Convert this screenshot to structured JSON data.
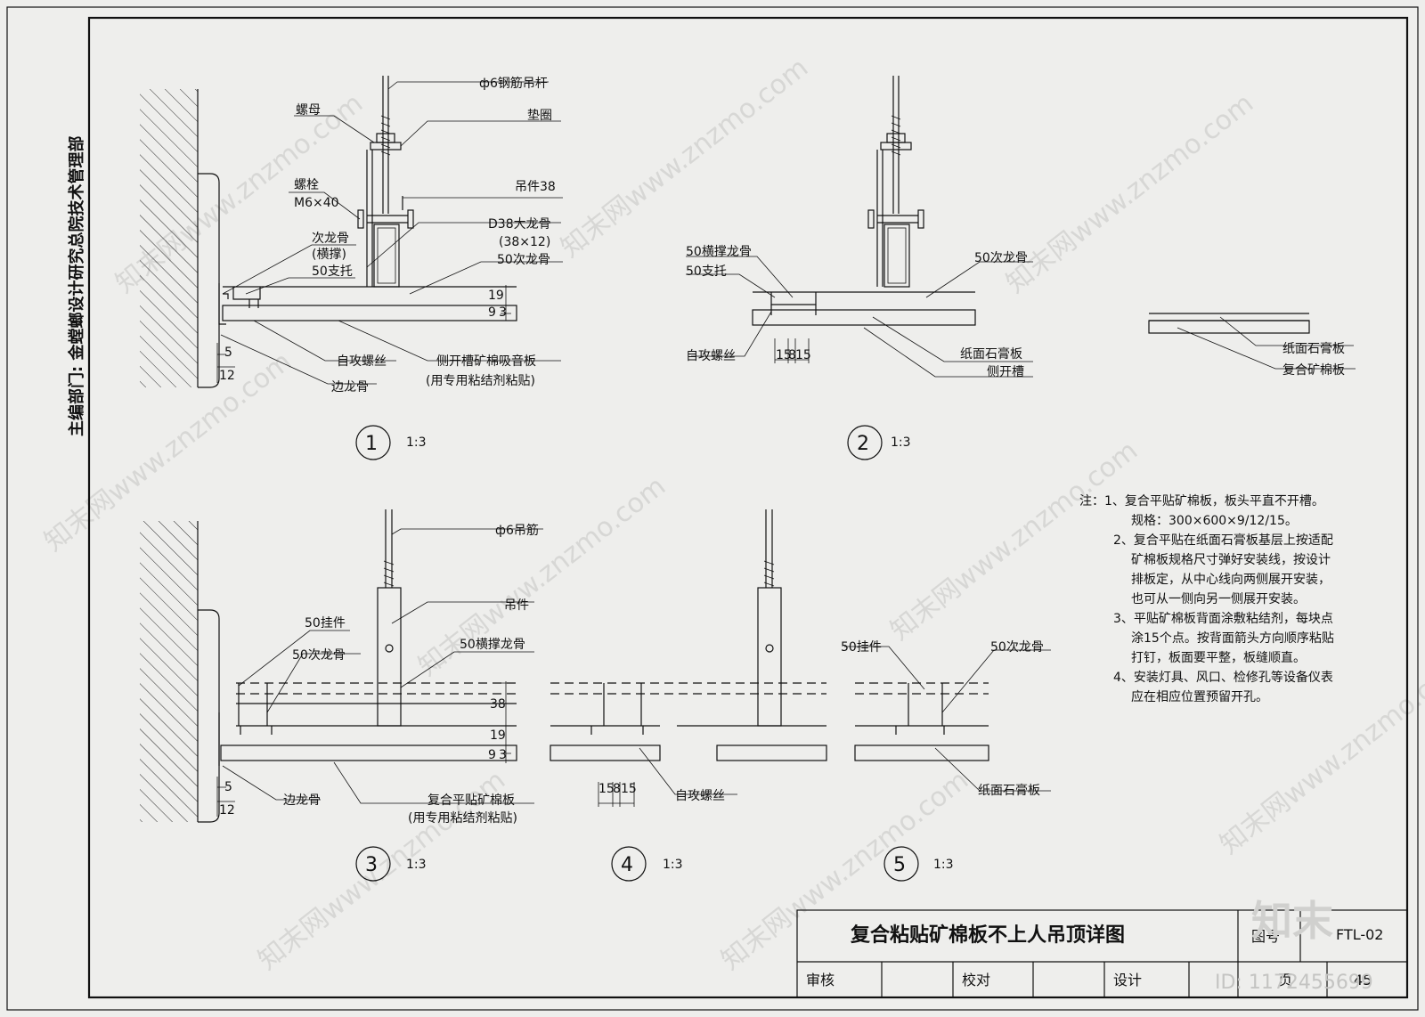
{
  "side_label": "主编部门:  金螳螂设计研究总院技术管理部",
  "watermark": {
    "site": "知末网www.znzmo.com",
    "logo": "知末",
    "id": "ID: 1172455699"
  },
  "details": [
    {
      "num": "1",
      "scale": "1:3",
      "labels": [
        "ф6钢筋吊杆",
        "螺母",
        "垫圈",
        "螺栓",
        "M6×40",
        "吊件38",
        "D38大龙骨",
        "(38×12)",
        "次龙骨",
        "(横撑)",
        "50支托",
        "50次龙骨",
        "自攻螺丝",
        "侧开槽矿棉吸音板",
        "(用专用粘结剂粘贴)",
        "边龙骨"
      ],
      "dims": [
        "19",
        "9",
        "3",
        "5",
        "12"
      ]
    },
    {
      "num": "2",
      "scale": "1:3",
      "labels": [
        "50横撑龙骨",
        "50支托",
        "50次龙骨",
        "自攻螺丝",
        "纸面石膏板",
        "侧开槽"
      ],
      "dims": [
        "15",
        "8",
        "15"
      ]
    },
    {
      "num": "",
      "scale": "",
      "labels": [
        "纸面石膏板",
        "复合矿棉板"
      ],
      "dims": []
    },
    {
      "num": "3",
      "scale": "1:3",
      "labels": [
        "ф6吊筋",
        "吊件",
        "50挂件",
        "50次龙骨",
        "50横撑龙骨",
        "边龙骨",
        "复合平贴矿棉板",
        "(用专用粘结剂粘贴)"
      ],
      "dims": [
        "38",
        "19",
        "9",
        "3",
        "5",
        "12"
      ]
    },
    {
      "num": "4",
      "scale": "1:3",
      "labels": [
        "自攻螺丝"
      ],
      "dims": [
        "15",
        "8",
        "15"
      ]
    },
    {
      "num": "5",
      "scale": "1:3",
      "labels": [
        "50挂件",
        "50次龙骨",
        "纸面石膏板"
      ],
      "dims": []
    }
  ],
  "notes": [
    "注：1、复合平贴矿棉板，板头平直不开槽。",
    "规格：300×600×9/12/15。",
    "2、复合平贴在纸面石膏板基层上按适配",
    "矿棉板规格尺寸弹好安装线，按设计",
    "排板定，从中心线向两侧展开安装，",
    "也可从一侧向另一侧展开安装。",
    "3、平贴矿棉板背面涂敷粘结剂，每块点",
    "涂15个点。按背面箭头方向顺序粘贴",
    "打钉，板面要平整，板缝顺直。",
    "4、安装灯具、风口、检修孔等设备仪表",
    "应在相应位置预留开孔。"
  ],
  "title_block": {
    "title": "复合粘贴矿棉板不上人吊顶详图",
    "drawing_no_label": "图号",
    "drawing_no": "FTL-02",
    "review": "审核",
    "check": "校对",
    "design": "设计",
    "page_label": "页",
    "page": "45"
  }
}
